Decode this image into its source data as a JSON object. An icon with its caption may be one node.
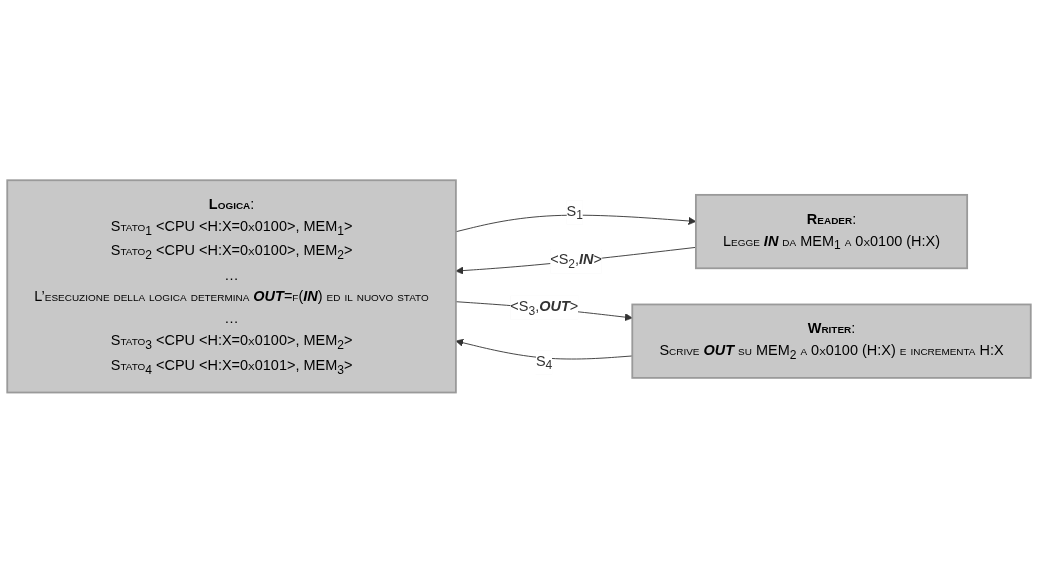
{
  "diagram": {
    "nodes": [
      {
        "text": [
          "**Logica**:",
          "Stato$_{1}$ <CPU <H:X=0x0100>, MEM$_{1}$>",
          "Stato$_{2}$ <CPU <H:X=0x0100>, MEM$_{2}$>",
          "…",
          "L’esecuzione della logica determina *OUT*=f(*IN*) ed il nuovo stato",
          "…",
          "Stato$_{3}$ <CPU <H:X=0x0100>, MEM$_{2}$>",
          "Stato$_{4}$ <CPU <H:X=0x0101>, MEM$_{3}$>"
        ]
      },
      {
        "text": [
          "**Reader**:",
          "Legge *IN* da MEM$_{1}$ a 0x0100 (H:X)"
        ]
      },
      {
        "text": [
          "**Writer**:",
          "Scrive *OUT* su MEM$_{2}$ a 0x0100 (H:X) e incrementa H:X"
        ]
      }
    ],
    "edges": [
      {
        "from": 0,
        "to": 1,
        "arrow": "to",
        "label": "S$_{1}$"
      },
      {
        "from": 1,
        "to": 0,
        "arrow": "to",
        "label": "<S$_{2}$,*IN*>"
      },
      {
        "from": 0,
        "to": 2,
        "arrow": "to",
        "label": "<S$_{3}$,*OUT*>"
      },
      {
        "from": 2,
        "to": 0,
        "arrow": "to",
        "label": "S$_{4}$"
      }
    ]
  }
}
